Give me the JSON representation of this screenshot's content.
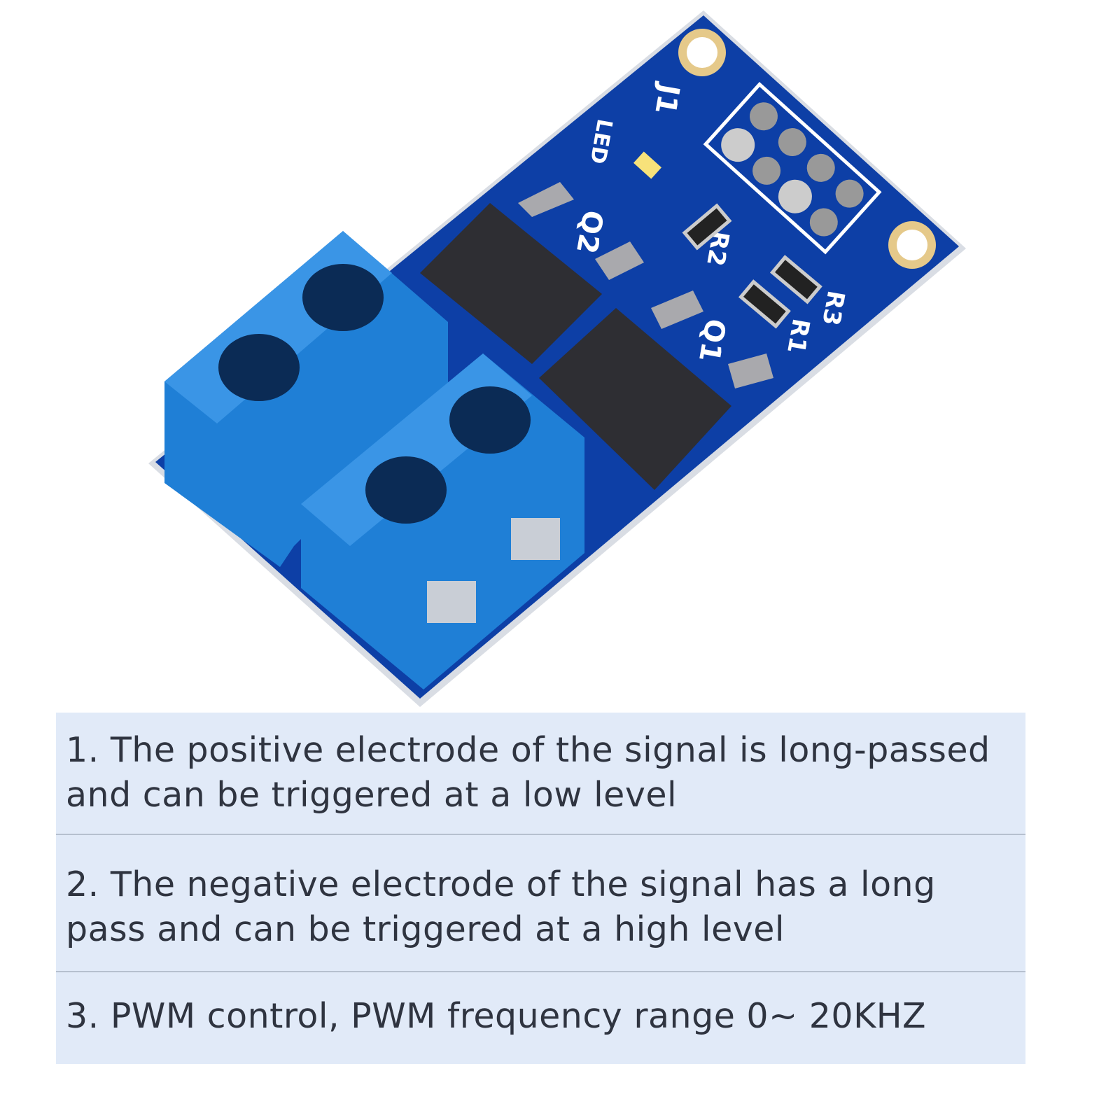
{
  "product": {
    "board_labels": {
      "j1": "J1",
      "led": "LED",
      "q1": "Q1",
      "q2": "Q2",
      "r1": "R1",
      "r2": "R2",
      "r3": "R3"
    },
    "colors": {
      "pcb": "#0d3fa6",
      "terminal": "#1f7fd6",
      "mosfet": "#2e2e33",
      "silkscreen": "#ffffff"
    }
  },
  "features": [
    {
      "text": "1. The positive electrode of the signal is long-passed and can be triggered at a low level"
    },
    {
      "text": "2. The negative electrode of the signal has a long pass and can be triggered at a high level"
    },
    {
      "text": "3. PWM control, PWM frequency range 0~ 20KHZ"
    }
  ],
  "colors": {
    "panel_bg": "#e1eaf8",
    "text": "#2f3440",
    "divider": "#b6c0cf"
  }
}
